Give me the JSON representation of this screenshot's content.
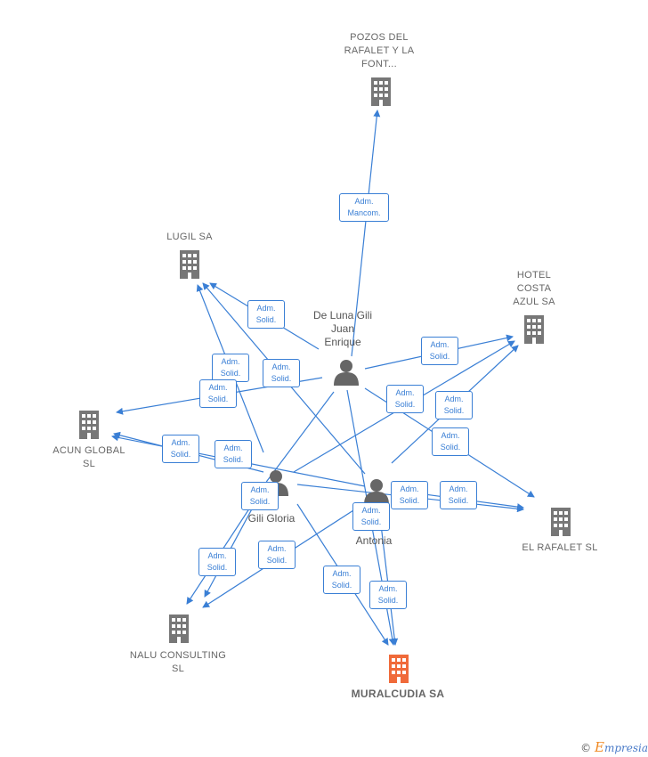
{
  "companies": {
    "pozos": "POZOS DEL RAFALET Y LA FONT...",
    "lugil": "LUGIL SA",
    "hotel": "HOTEL COSTA AZUL SA",
    "acun": "ACUN GLOBAL SL",
    "rafalet": "EL RAFALET SL",
    "nalu": "NALU CONSULTING SL",
    "muralcudia": "MURALCUDIA SA"
  },
  "persons": {
    "juan": "De Luna Gili Juan Enrique",
    "gloria": "Gili Gloria",
    "antonia": "Antonia"
  },
  "edge_labels": {
    "mancom": "Adm. Mancom.",
    "solid": "Adm. Solid."
  },
  "colors": {
    "edge": "#3a7fd5",
    "icon": "#777777",
    "main_icon": "#f06a3a"
  },
  "footer": {
    "copyright_symbol": "©",
    "brand_initial": "E",
    "brand_rest": "mpresia"
  }
}
